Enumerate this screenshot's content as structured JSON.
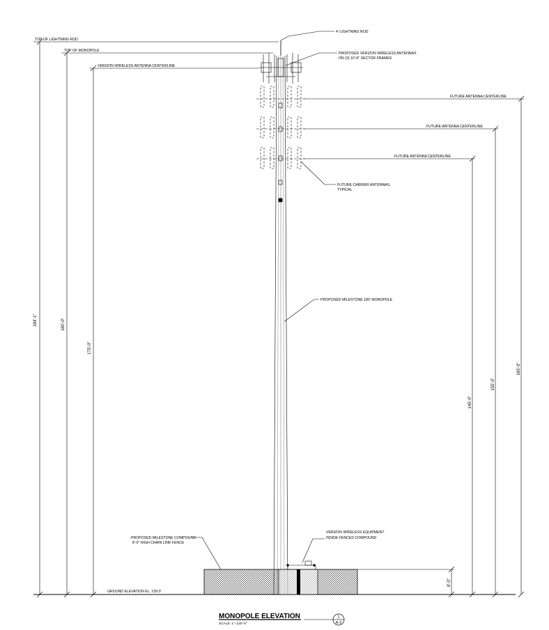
{
  "drawing": {
    "labels": {
      "lightning_rod": "4' LIGHTNING ROD",
      "top_lightning_rod": "TOP OF LIGHTNING ROD",
      "top_monopole": "TOP OF MONOPOLE",
      "verizon_centerline": "VERIZON WIRELESS ANTENNA CENTERLINE",
      "proposed_antennas_1": "PROPOSED VERIZON WIRELESS ANTENNAS",
      "proposed_antennas_2": "ON (3) 10'-6\" SECTOR FRAMES",
      "future_centerline_1": "FUTURE ANTENNA CENTERLINE",
      "future_centerline_2": "FUTURE ANTENNA CENTERLINE",
      "future_centerline_3": "FUTURE ANTENNA CENTERLINE",
      "future_carrier_1": "FUTURE CARRIER ANTENNAS,",
      "future_carrier_2": "TYPICAL",
      "monopole": "PROPOSED MILESTONE 180' MONOPOLE",
      "equipment_1": "VERIZON WIRELESS EQUIPMENT",
      "equipment_2": "INSIDE FENCED COMPOUND",
      "compound_1": "PROPOSED MILESTONE COMPOUND",
      "compound_2": "8'-0\" HIGH CHAIN LINK FENCE",
      "ground": "GROUND ELEVATION EL. ±39.0'"
    },
    "dimensions": {
      "d184": "184'-1\"",
      "d180": "180'-0\"",
      "d175": "175'-0\"",
      "d145": "145'-0\"",
      "d155": "155'-0\"",
      "d165": "165'-0\"",
      "d8": "8'-0\""
    },
    "title": "MONOPOLE ELEVATION",
    "scale": "SCALE: 1\"=120'-0\"",
    "detail_number": "1",
    "sheet_number": "A-2"
  }
}
